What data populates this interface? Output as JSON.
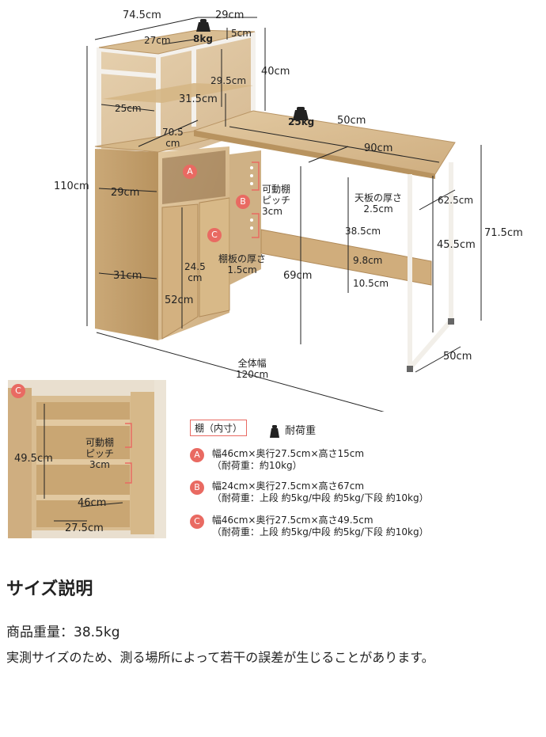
{
  "diagram": {
    "dims": {
      "top_width": "74.5cm",
      "top_depth": "29cm",
      "top_gap": "5cm",
      "upper_height": "40cm",
      "upper_inner_width": "27cm",
      "upper_inner_height": "29.5cm",
      "upper_shelf_depth": "25cm",
      "upper_height2": "31.5cm",
      "desk_depth": "50cm",
      "desk_width": "90cm",
      "inner_depth_bottom": "70.5\ncm",
      "total_height": "110cm",
      "cab_width": "29cm",
      "pitch": "可動棚\nピッチ\n3cm",
      "top_thickness": "天板の厚さ\n2.5cm",
      "leg_gap": "62.5cm",
      "h_38_5": "38.5cm",
      "h_9_8": "9.8cm",
      "h_10_5": "10.5cm",
      "h_45_5": "45.5cm",
      "h_71_5": "71.5cm",
      "h_69": "69cm",
      "shelf_thickness": "棚板の厚さ\n1.5cm",
      "cab_depth_31": "31cm",
      "inner_24_5": "24.5\ncm",
      "h_52": "52cm",
      "total_width": "全体幅\n120cm",
      "bottom_depth": "50cm"
    },
    "weights": {
      "top": "8kg",
      "desk": "25kg"
    },
    "markers": {
      "a": "A",
      "b": "B",
      "c": "C"
    }
  },
  "photo": {
    "marker": "C",
    "dims": {
      "h": "49.5cm",
      "pitch": "可動棚\nピッチ\n3cm",
      "w": "46cm",
      "d": "27.5cm"
    }
  },
  "legend": {
    "shelf_tag": "棚（内寸）",
    "load_label": "耐荷重",
    "items": [
      {
        "marker": "A",
        "line1": "幅46cm×奥行27.5cm×高さ15cm",
        "line2": "（耐荷重：約10kg）"
      },
      {
        "marker": "B",
        "line1": "幅24cm×奥行27.5cm×高さ67cm",
        "line2": "（耐荷重：上段 約5kg/中段 約5kg/下段 約10kg）"
      },
      {
        "marker": "C",
        "line1": "幅46cm×奥行27.5cm×高さ49.5cm",
        "line2": "（耐荷重：上段 約5kg/中段 約5kg/下段 約10kg）"
      }
    ]
  },
  "size_section": {
    "title": "サイズ説明",
    "weight_line": "商品重量：38.5kg",
    "note": "実測サイズのため、測る場所によって若干の誤差が生じることがあります。"
  },
  "colors": {
    "accent": "#e96a62",
    "wood": "#d7bd94",
    "frame": "#f2efe9"
  }
}
